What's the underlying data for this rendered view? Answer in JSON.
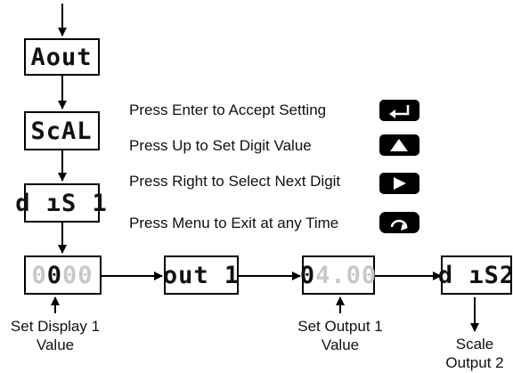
{
  "displays": {
    "aout": "Aout",
    "scal": "ScAL",
    "dis1": "d ıS 1",
    "val1_dim_a": "0",
    "val1_bright": "0",
    "val1_dim_b": "00",
    "out1": "out 1",
    "val2_bright": "0",
    "val2_dim": "4.00",
    "dis2": "d ıS2"
  },
  "instructions": [
    {
      "text": "Press Enter to Accept Setting",
      "key": "enter-icon"
    },
    {
      "text": "Press Up to Set Digit Value",
      "key": "up-arrow-icon"
    },
    {
      "text": "Press Right to Select Next Digit",
      "key": "right-arrow-icon"
    },
    {
      "text": "Press Menu to Exit at any Time",
      "key": "menu-icon"
    }
  ],
  "labels": {
    "set_display_line1": "Set Display  1",
    "set_display_line2": "Value",
    "set_output_line1": "Set Output  1",
    "set_output_line2": "Value",
    "scale_line1": "Scale",
    "scale_line2": "Output 2"
  }
}
